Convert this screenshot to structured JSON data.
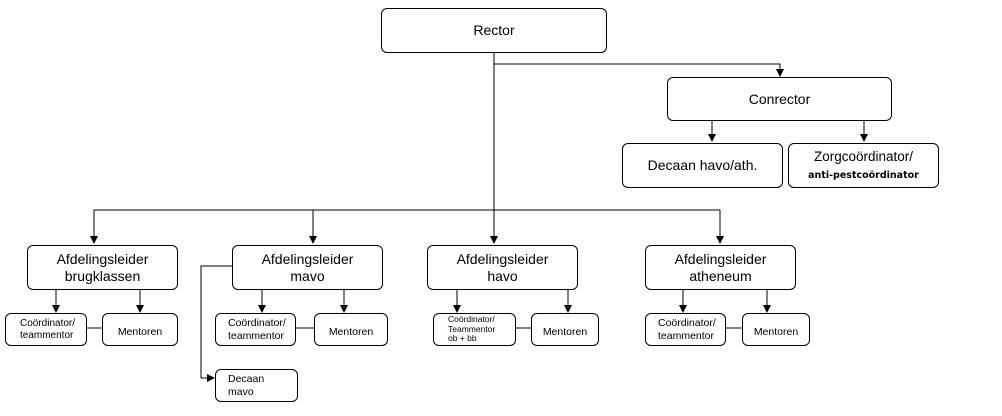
{
  "org": {
    "rector": "Rector",
    "conrector": "Conrector",
    "decaan_havo": "Decaan havo/ath.",
    "zorg": {
      "line1": "Zorgcoördinator/",
      "line2": "anti-pestcoördinator"
    },
    "brug": {
      "title": [
        "Afdelingsleider",
        "brugklassen"
      ],
      "coord": [
        "Coördinator/",
        "teammentor"
      ],
      "mentoren": "Mentoren"
    },
    "mavo": {
      "title": [
        "Afdelingsleider",
        "mavo"
      ],
      "coord": [
        "Coördinator/",
        "teammentor"
      ],
      "mentoren": "Mentoren",
      "decaan": [
        "Decaan",
        "mavo"
      ]
    },
    "havo": {
      "title": [
        "Afdelingsleider",
        "havo"
      ],
      "coord": [
        "Coördinator/",
        "Teammentor",
        "ob + bb"
      ],
      "mentoren": "Mentoren"
    },
    "ath": {
      "title": [
        "Afdelingsleider",
        "atheneum"
      ],
      "coord": [
        "Coördinator/",
        "teammentor"
      ],
      "mentoren": "Mentoren"
    }
  }
}
